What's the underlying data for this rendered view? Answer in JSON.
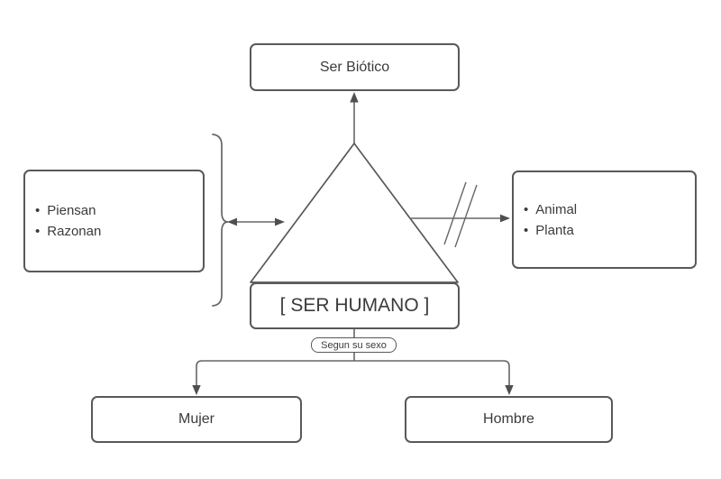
{
  "title": "Mapa conceptual del ser humano",
  "glyphs": {
    "bullet": "•"
  },
  "colors": {
    "background": "#ffffff",
    "box_border": "#595959",
    "connector": "#666666",
    "text": "#3b3b3b"
  },
  "nodes": {
    "ser_biotico": {
      "label": "Ser Biótico"
    },
    "ser_humano": {
      "label": "[ SER HUMANO ]"
    },
    "caracteristicas": {
      "items": [
        "Piensan",
        "Razonan"
      ]
    },
    "no_es": {
      "items": [
        "Animal",
        "Planta"
      ]
    },
    "branch": {
      "label": "Segun su sexo"
    },
    "mujer": {
      "label": "Mujer"
    },
    "hombre": {
      "label": "Hombre"
    }
  }
}
